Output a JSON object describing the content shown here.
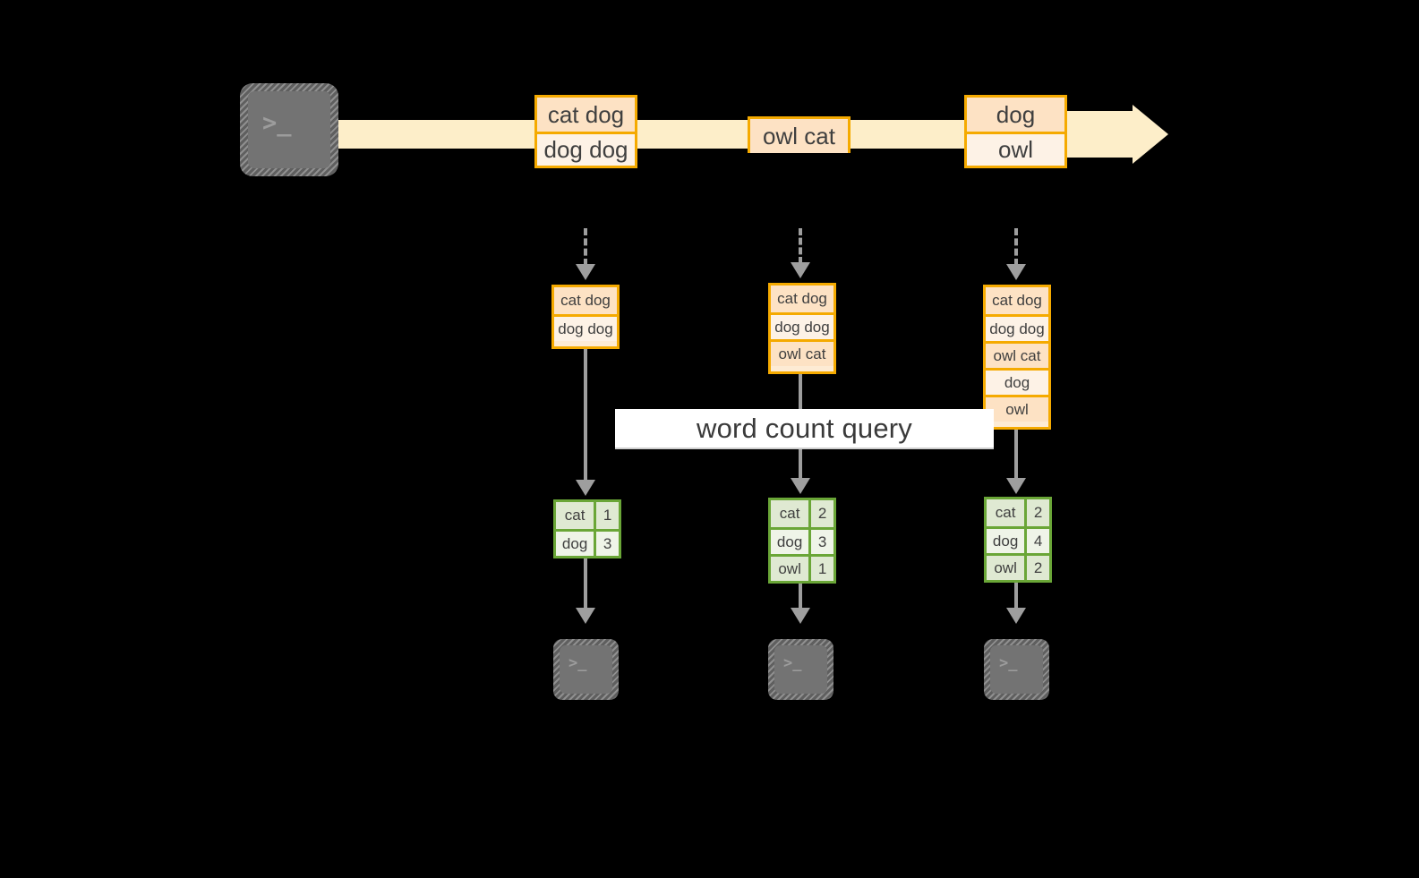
{
  "diagram": {
    "title_label": "word count query",
    "colors": {
      "background": "#000000",
      "stream_fill": "#fdeec9",
      "record_border": "#f5aa00",
      "record_fill_dark": "#fde2c4",
      "record_fill_light": "#fdf2e6",
      "result_border": "#6aa637",
      "result_fill_dark": "#dfe9d2",
      "result_fill_light": "#eff4e8",
      "connector": "#9e9e9e",
      "terminal_body": "#737373",
      "label_band": "#ffffff"
    },
    "source": {
      "icon": "terminal-icon",
      "prompt_glyph": ">_"
    },
    "stream": {
      "name": "append-only-event-stream",
      "batches": [
        {
          "name": "batch-1",
          "rows": [
            "cat dog",
            "dog dog"
          ]
        },
        {
          "name": "batch-2",
          "rows": [
            "owl cat"
          ]
        },
        {
          "name": "batch-3",
          "rows": [
            "dog",
            "owl"
          ]
        }
      ],
      "arrow": "stream-arrow-right"
    },
    "snapshots": [
      {
        "name": "snapshot-t1",
        "rows": [
          "cat dog",
          "dog dog"
        ]
      },
      {
        "name": "snapshot-t2",
        "rows": [
          "cat dog",
          "dog dog",
          "owl cat"
        ]
      },
      {
        "name": "snapshot-t3",
        "rows": [
          "cat dog",
          "dog dog",
          "owl cat",
          "dog",
          "owl"
        ]
      }
    ],
    "results": [
      {
        "name": "result-t1",
        "rows": [
          {
            "word": "cat",
            "count": "1"
          },
          {
            "word": "dog",
            "count": "3"
          }
        ]
      },
      {
        "name": "result-t2",
        "rows": [
          {
            "word": "cat",
            "count": "2"
          },
          {
            "word": "dog",
            "count": "3"
          },
          {
            "word": "owl",
            "count": "1"
          }
        ]
      },
      {
        "name": "result-t3",
        "rows": [
          {
            "word": "cat",
            "count": "2"
          },
          {
            "word": "dog",
            "count": "4"
          },
          {
            "word": "owl",
            "count": "2"
          }
        ]
      }
    ],
    "sinks": [
      {
        "name": "sink-t1",
        "icon": "terminal-icon",
        "prompt_glyph": ">_"
      },
      {
        "name": "sink-t2",
        "icon": "terminal-icon",
        "prompt_glyph": ">_"
      },
      {
        "name": "sink-t3",
        "icon": "terminal-icon",
        "prompt_glyph": ">_"
      }
    ]
  }
}
